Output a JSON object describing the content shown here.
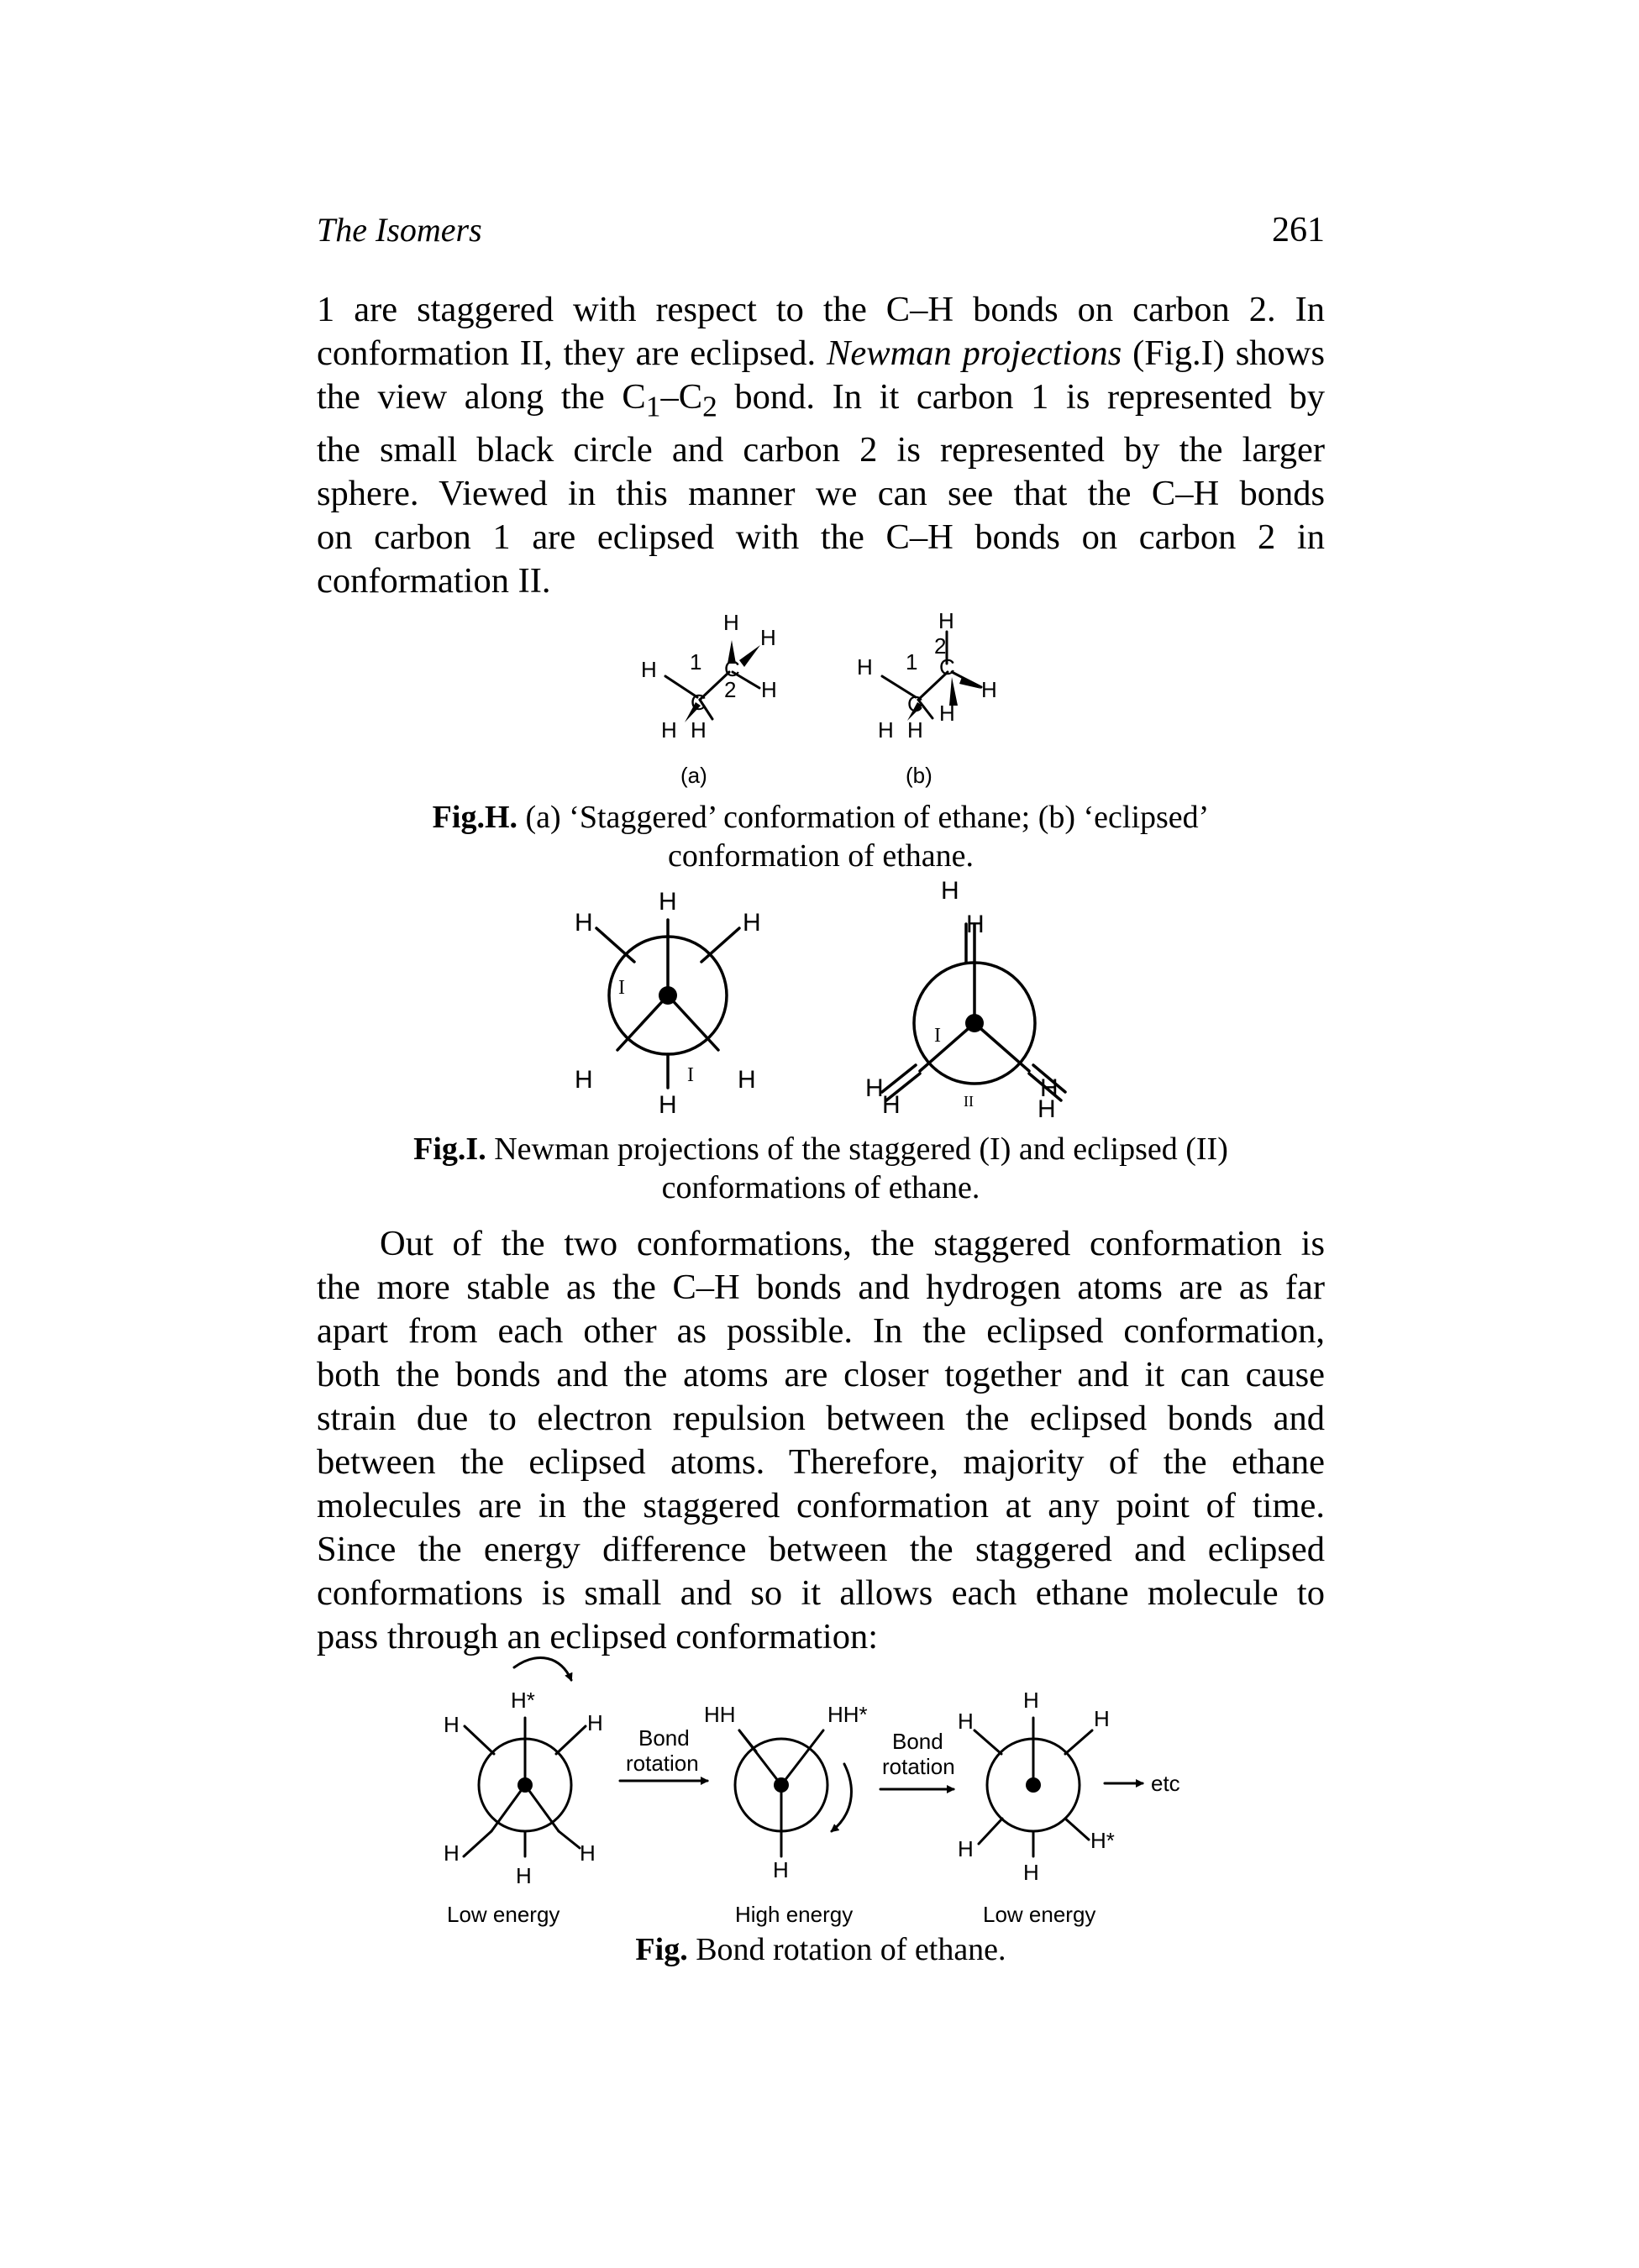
{
  "header": {
    "title": "The Isomers",
    "page_number": "261"
  },
  "para1": {
    "lines": [
      "1 are staggered with respect to the C–H bonds on carbon 2. In",
      "conformation II, they are eclipsed.",
      "the view along the",
      "the small black circle and carbon 2 is represented by the larger",
      "sphere. Viewed in this manner we can see that the C–H bonds",
      "on carbon 1 are eclipsed with the C–H bonds on carbon 2 in",
      "conformation II."
    ],
    "term_newman": "Newman projections",
    "ref_fig_i": "(Fig.I) shows",
    "bond_c": "C",
    "sub_1": "1",
    "dash": "–",
    "sub_2": "2",
    "line3_tail": "bond. In it carbon 1 is represented by"
  },
  "fig_h": {
    "label_a": "(a)",
    "label_b": "(b)",
    "atom_h": "H",
    "atom_c": "C",
    "num_1": "1",
    "num_2": "2",
    "caption_label": "Fig.H.",
    "caption_line1": "(a) ‘Staggered’ conformation of ethane; (b) ‘eclipsed’",
    "caption_line2": "conformation of ethane."
  },
  "fig_i": {
    "atom_h": "H",
    "roman_i": "I",
    "roman_ii": "II",
    "caption_label": "Fig.I.",
    "caption_line1": "Newman projections of the staggered (I) and eclipsed (II)",
    "caption_line2": "conformations of ethane."
  },
  "para2": {
    "lines": [
      "Out of the two conformations, the staggered conformation is",
      "the more stable as the C–H bonds and hydrogen atoms are as far",
      "apart from each other as possible. In the eclipsed conformation,",
      "both the bonds and the atoms are closer together and it can cause",
      "strain due to electron repulsion between the eclipsed bonds and",
      "between the eclipsed atoms. Therefore, majority of the ethane",
      "molecules are in the staggered conformation at any point of time.",
      "Since the energy difference between the staggered and eclipsed",
      "conformations is small and so it allows each ethane molecule to",
      "pass through an eclipsed conformation:"
    ]
  },
  "fig_bond": {
    "atom_h": "H",
    "h_star": "H*",
    "hh": "HH",
    "hh_star": "HH*",
    "bond_word": "Bond",
    "rotation_word": "rotation",
    "etc": "etc",
    "energy_low_left": "Low energy",
    "energy_high": "High energy",
    "energy_low_right": "Low energy",
    "caption_label": "Fig.",
    "caption_text": "Bond rotation of ethane."
  }
}
